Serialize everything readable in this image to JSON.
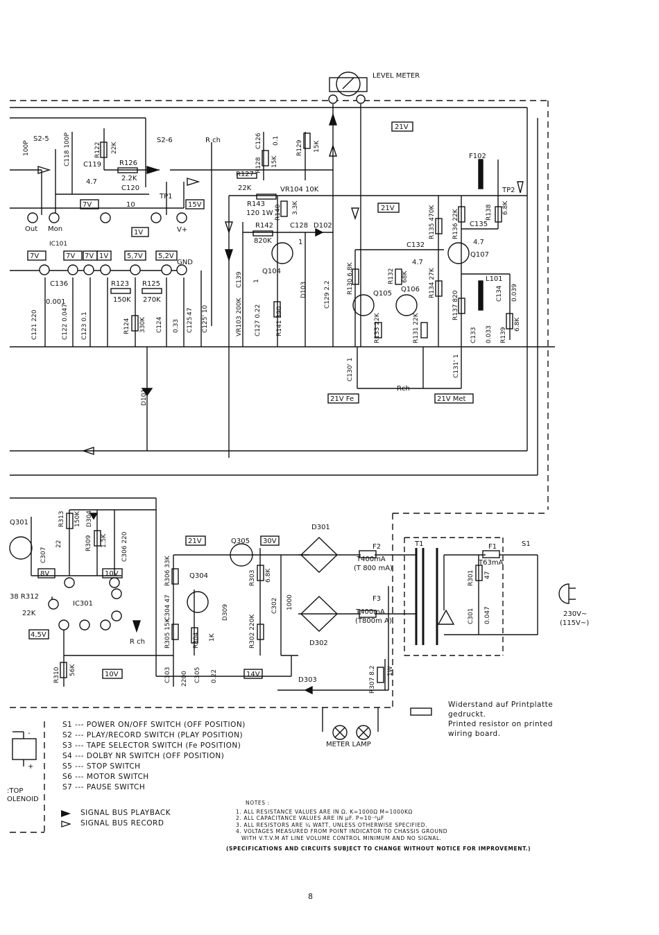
{
  "meter": {
    "label": "LEVEL METER"
  },
  "voltage_tags": {
    "v21_top": "21V",
    "v21_mid": "21V",
    "v7_a": "7V",
    "v7_b": "7V",
    "v7_c": "7V",
    "v1_a": "1V",
    "v1_b": "1V",
    "v57": "5,7V",
    "v52": "5,2V",
    "v15": "15V",
    "v21fe": "21V Fe",
    "v21met": "21V Met",
    "v8": "8V",
    "v10_a": "10V",
    "v45": "4,5V",
    "v10_b": "10V",
    "v21_low": "21V",
    "v30": "30V",
    "v14": "14V"
  },
  "components": {
    "s25": "S2-5",
    "c100p": "100P",
    "c118": "C118 100P",
    "r122": "R122",
    "r122v": "22K",
    "c119": "C119",
    "c119v": "4.7",
    "r126": "R126",
    "r126v": "2.2K",
    "c120": "C120",
    "c120v": "10",
    "s26": "S2-6",
    "rch_top": "R ch",
    "tp1": "TP1",
    "c126": "C126",
    "c126v": "0.1",
    "r128": "R128",
    "r128v": "15K",
    "r129": "R129",
    "r129v": "15K",
    "r127": "R127",
    "r127v": "22K",
    "vr104": "VR104 10K",
    "r143": "R143",
    "r143v": "120 1W",
    "r140": "R140",
    "r140v": "3.3K",
    "r142": "R142",
    "r142v": "820K",
    "c128": "C128",
    "c128v": "1",
    "d102": "D102",
    "q104": "Q104",
    "c139": "C139",
    "c139v": "1",
    "vr103": "VR103 200K",
    "c127": "C127 0.22",
    "r141": "R141 390",
    "d103": "D103",
    "c129": "C129 2.2",
    "r130": "R130 6.8K",
    "q105": "Q105",
    "r132": "R132",
    "r132v": "68K",
    "q106": "Q106",
    "r133": "R133 22K",
    "r131": "R131 22K",
    "c130": "C130' 1",
    "rch_mid": "Rch",
    "r135": "R135 470K",
    "r136": "R136 22K",
    "c132": "C132",
    "c132v": "4.7",
    "q107": "Q107",
    "r134": "R134 27K",
    "r137": "R137 820",
    "l101": "L101",
    "c134": "C134",
    "c134v": "0.039",
    "c133": "C133",
    "c133v": "0.033",
    "r139": "R139",
    "r139v": "6.8K",
    "c131": "C131' 1",
    "f102": "F102",
    "tp2": "TP2",
    "r138": "R138",
    "r138v": "6.8K",
    "c135": "C135",
    "c135v": "4.7",
    "out": "Out",
    "mon": "Mon",
    "ic101": "IC101",
    "vplus": "V+",
    "gnd": "GND",
    "c136": "C136",
    "c136v": "0.001",
    "c121": "C121 220",
    "c122": "C122 0.047",
    "c123": "C123 0.1",
    "r123": "R123",
    "r123v": "150K",
    "r125": "R125",
    "r125v": "270K",
    "r124": "R124",
    "r124v": "330K",
    "c124": "C124",
    "c124v": "0.33",
    "c125": "C125",
    "c125v": "47",
    "c125b": "C125' 10",
    "d101": "D101",
    "q301": "Q301",
    "r313": "R313",
    "r313v": "150K",
    "d304": "D304",
    "c307": "C307",
    "c307v": "22",
    "r309": "R309",
    "r309v": "1.5K",
    "c306": "C306 220",
    "r308": "38 R312",
    "r312v": "22K",
    "ic301": "IC301",
    "rch_low": "R ch",
    "r310": "R310",
    "r310v": "56K",
    "c304": "C304 47",
    "r306": "R306 33K",
    "q304": "Q304",
    "q305": "Q305",
    "r305": "R305 15K",
    "r304": "R304",
    "r304v": "1K",
    "d309": "D309",
    "r303": "R303",
    "r303v": "6.8K",
    "c302": "C302",
    "c302v": "1000",
    "r302": "R302 220K",
    "c303": "C303",
    "c303v": "2200",
    "c305": "C305",
    "c305v": "0.22",
    "d301": "D301",
    "d302": "D302",
    "d303": "D303",
    "f2": "F2",
    "f2v": "T400mA",
    "f2alt": "(T 800 mA)",
    "f3": "F3",
    "f3v": "T400mA",
    "f3alt": "(T800m A)",
    "t1": "T1",
    "f1": "F1",
    "f1v": "T63mA",
    "s1": "S1",
    "r301": "R301",
    "r301v": "47",
    "c301": "C301",
    "c301v": "0.047",
    "mains": "230V~",
    "mains_alt": "(115V~)",
    "r307": "R307 8.2",
    "r307w": "1W",
    "stop": ":TOP",
    "solenoid": "OLENOID",
    "plus": "+",
    "minus": "-",
    "meter_lamp": "METER LAMP"
  },
  "legend": {
    "switches": [
      "S1 --- POWER ON/OFF SWITCH (OFF POSITION)",
      "S2 --- PLAY/RECORD SWITCH (PLAY POSITION)",
      "S3 --- TAPE SELECTOR SWITCH (Fe POSITION)",
      "S4 --- DOLBY NR SWITCH (OFF POSITION)",
      "S5 --- STOP SWITCH",
      "S6 --- MOTOR SWITCH",
      "S7 --- PAUSE SWITCH"
    ],
    "bus_playback": "SIGNAL BUS PLAYBACK",
    "bus_record": "SIGNAL BUS RECORD",
    "printed_de": "Widerstand auf Printplatte gedruckt.",
    "printed_en": "Printed resistor on printed wiring board."
  },
  "notes": {
    "title": "NOTES :",
    "items": [
      "1. ALL RESISTANCE VALUES ARE IN Ω. K=1000Ω M=1000KΩ",
      "2. ALL CAPACITANCE VALUES ARE IN μF. P=10⁻⁶μF",
      "3. ALL RESISTORS ARE ¼ WATT, UNLESS OTHERWISE SPECIFIED.",
      "4. VOLTAGES MEASURED FROM POINT INDICATOR TO CHASSIS GROUND",
      "WITH V.T.V.M AT LINE VOLUME CONTROL MINIMUM AND NO SIGNAL."
    ],
    "disclaimer": "(SPECIFICATIONS AND CIRCUITS SUBJECT TO CHANGE WITHOUT NOTICE FOR IMPROVEMENT.)"
  },
  "page_number": "8"
}
